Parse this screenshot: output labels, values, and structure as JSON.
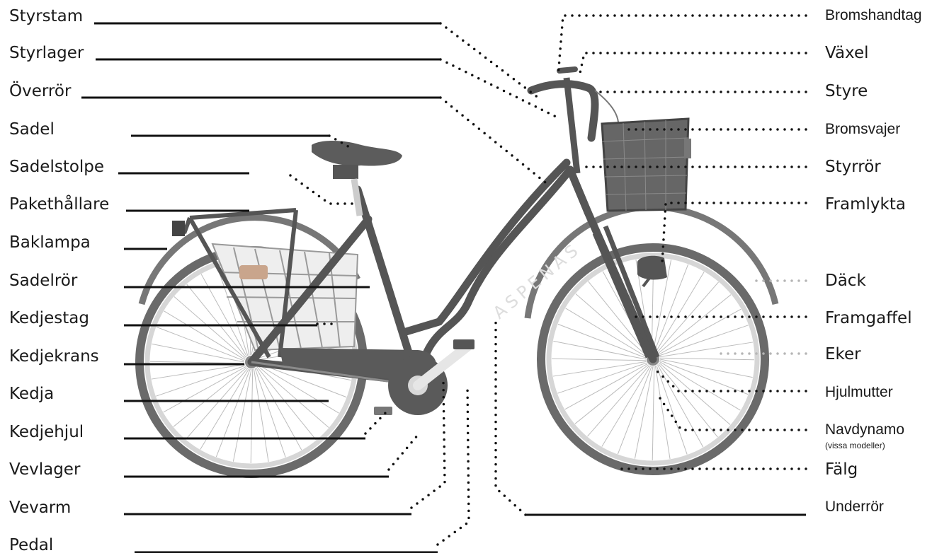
{
  "left_labels": [
    "Styrstam",
    "Styrlager",
    "Överrör",
    "Sadel",
    "Sadelstolpe",
    "Pakethållare",
    "Baklampa",
    "Sadelrör",
    "Kedjestag",
    "Kedjekrans",
    "Kedja",
    "Kedjehjul",
    "Vevlager",
    "Vevarm",
    "Pedal"
  ],
  "right_labels": [
    "Bromshandtag",
    "Växel",
    "Styre",
    "Bromsvajer",
    "Styrrör",
    "Framlykta",
    "Däck",
    "Framgaffel",
    "Eker",
    "Hjulmutter",
    "Navdynamo",
    "Fälg",
    "Underrör"
  ],
  "right_note": "(vissa modeller)",
  "frame_text": "ASPENAS",
  "colors": {
    "frame": "#555555",
    "tyre": "#666666",
    "rim": "#c8c8c8",
    "line": "#111111",
    "text": "#1a1a1a"
  }
}
